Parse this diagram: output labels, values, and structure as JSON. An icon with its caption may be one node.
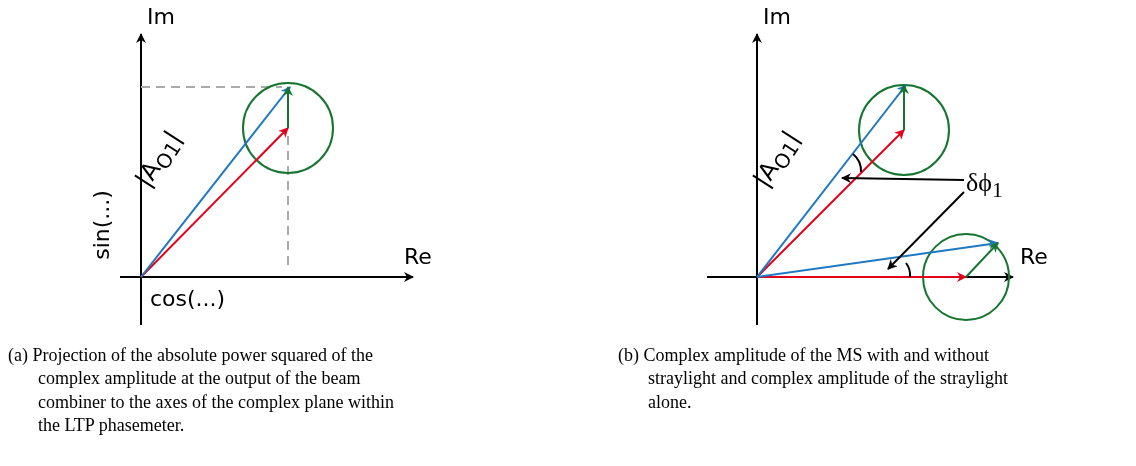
{
  "diagram": {
    "nodes": [
      {
        "text": [
          "δϕ$_{1}$"
        ]
      },
      {
        "text": [],
        "shape": "arc"
      },
      {
        "text": [],
        "shape": "arc"
      }
    ],
    "edges": [
      {
        "from": 0,
        "to": 1,
        "arrow": "to"
      },
      {
        "from": 0,
        "to": 2,
        "arrow": "to"
      }
    ],
    "labels": [
      "Im",
      "sin(...)",
      "|A$_{O1}$|",
      "Re",
      "cos(...)",
      "Im",
      "|A$_{O1}$|",
      "Re",
      "(a) Projection of the absolute power squared of the complex amplitude at the output of the beam combiner to the axes of the complex plane within the LTP phasemeter.",
      "(b) Complex amplitude of the MS with and without straylight and complex amplitude of the straylight alone."
    ]
  }
}
